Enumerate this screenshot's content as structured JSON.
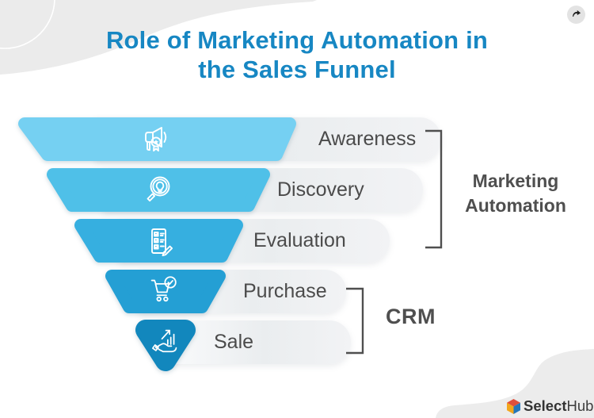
{
  "header": {
    "title_line1": "Role of Marketing Automation in",
    "title_line2": "the Sales Funnel",
    "title_color": "#1787C3"
  },
  "toolbar": {
    "share_icon": "share-arrow-icon"
  },
  "funnel": {
    "stages": [
      {
        "label": "Awareness",
        "icon": "megaphone-award-icon",
        "color": "#75D0F2"
      },
      {
        "label": "Discovery",
        "icon": "magnifier-bulb-icon",
        "color": "#4FC0E8"
      },
      {
        "label": "Evaluation",
        "icon": "checklist-pencil-icon",
        "color": "#36AFE0"
      },
      {
        "label": "Purchase",
        "icon": "cart-check-icon",
        "color": "#249FD4"
      },
      {
        "label": "Sale",
        "icon": "hand-growth-icon",
        "color": "#1287BD"
      }
    ],
    "groups": [
      {
        "label": "Marketing Automation",
        "covers": [
          "Awareness",
          "Discovery",
          "Evaluation"
        ]
      },
      {
        "label": "CRM",
        "covers": [
          "Purchase",
          "Sale"
        ]
      }
    ],
    "label_text_color": "#4b4b4b",
    "bracket_color": "#4f4f4f"
  },
  "branding": {
    "logo_bold": "Select",
    "logo_regular": "Hub"
  }
}
